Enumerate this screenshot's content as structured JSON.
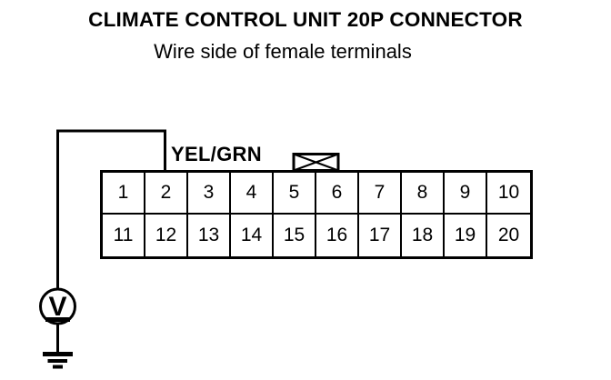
{
  "diagram": {
    "title": "CLIMATE CONTROL UNIT 20P CONNECTOR",
    "subtitle": "Wire side of female terminals"
  },
  "wire": {
    "label": "YEL/GRN"
  },
  "meter": {
    "label": "V"
  },
  "connector": {
    "rows": [
      [
        "1",
        "2",
        "3",
        "4",
        "5",
        "6",
        "7",
        "8",
        "9",
        "10"
      ],
      [
        "11",
        "12",
        "13",
        "14",
        "15",
        "16",
        "17",
        "18",
        "19",
        "20"
      ]
    ]
  },
  "colors": {
    "ink": "#000000",
    "background": "#ffffff"
  }
}
